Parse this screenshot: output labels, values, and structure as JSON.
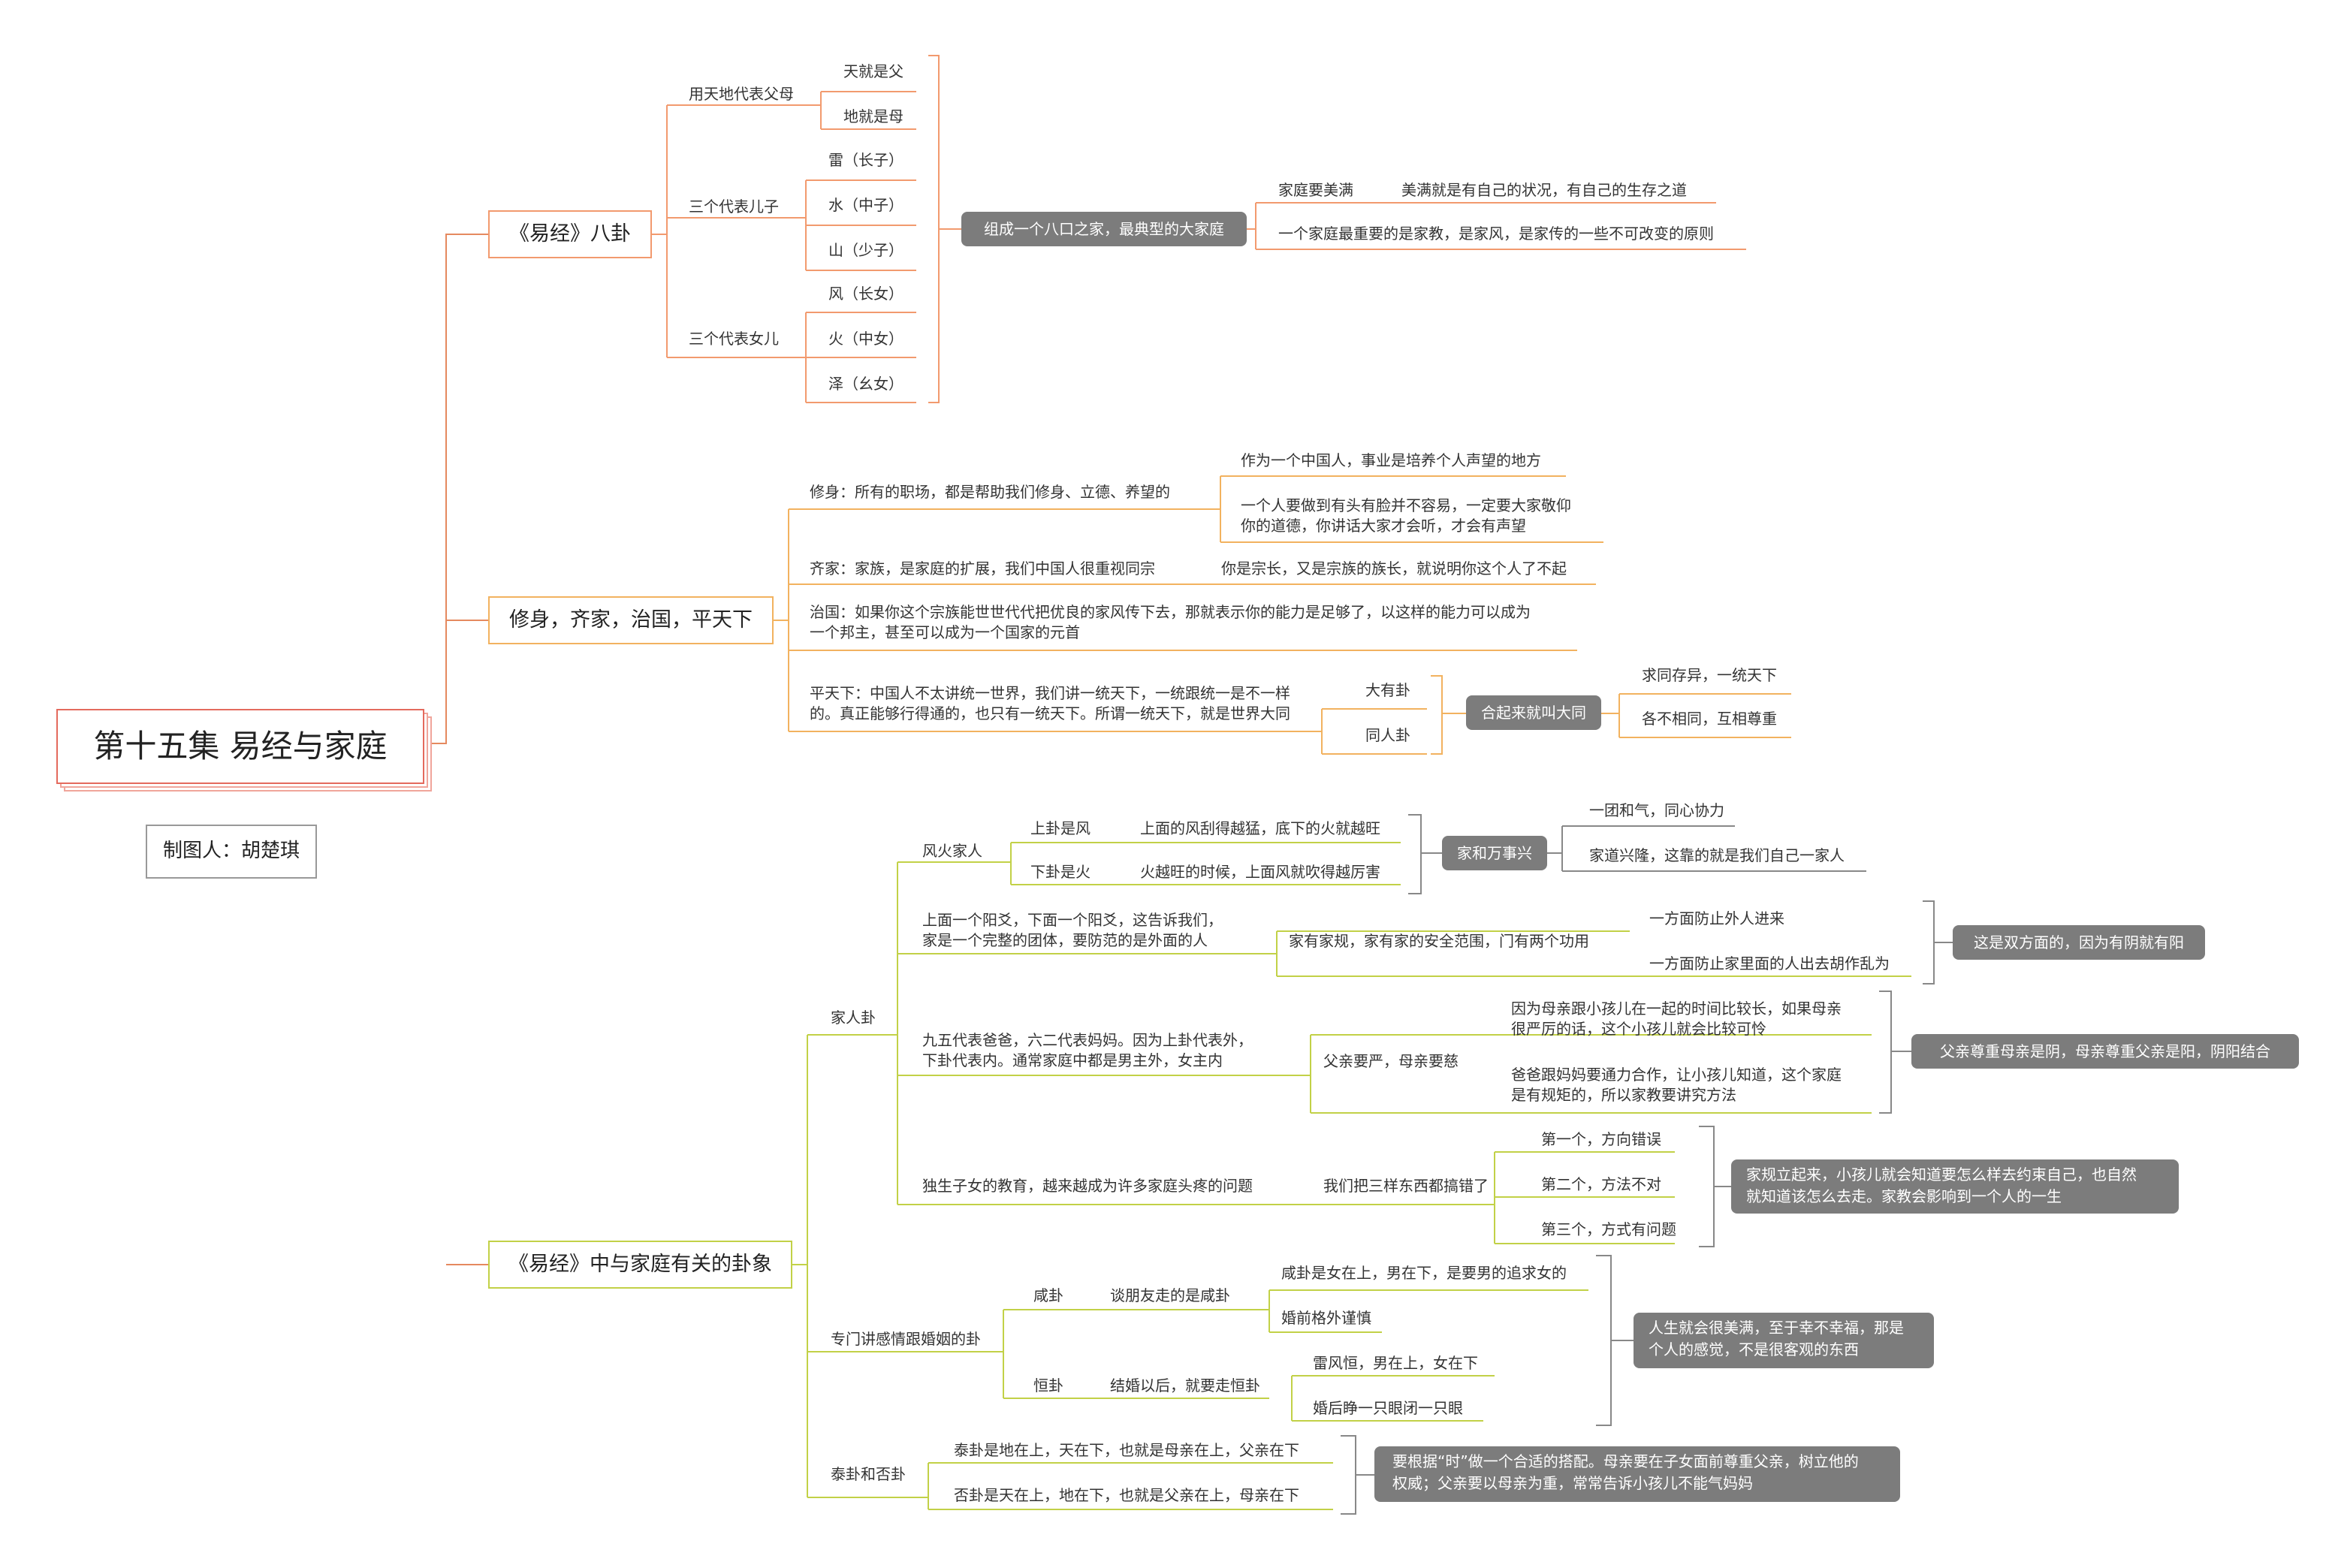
{
  "root": {
    "title": "第十五集  易经与家庭",
    "maker": "制图人：胡楚琪"
  },
  "branches": [
    {
      "label": "《易经》八卦",
      "n0": "用天地代表父母",
      "n1": "天就是父",
      "n2": "地就是母",
      "n3": "三个代表儿子",
      "n4": "雷（长子）",
      "n5": "水（中子）",
      "n6": "山（少子）",
      "n7": "三个代表女儿",
      "n8": "风（长女）",
      "n9": "火（中女）",
      "n10": "泽（幺女）",
      "s0": "组成一个八口之家，最典型的大家庭",
      "n11": "家庭要美满",
      "n12": "美满就是有自己的状况，有自己的生存之道",
      "n13": "一个家庭最重要的是家教，是家风，是家传的一些不可改变的原则"
    },
    {
      "label": "修身，齐家，治国，平天下",
      "n0": "修身：所有的职场，都是帮助我们修身、立德、养望的",
      "n1": "作为一个中国人，事业是培养个人声望的地方",
      "n2": "一个人要做到有头有脸并不容易，一定要大家敬仰\n你的道德，你讲话大家才会听，才会有声望",
      "n3": "齐家：家族，是家庭的扩展，我们中国人很重视同宗",
      "n4": "你是宗长，又是宗族的族长，就说明你这个人了不起",
      "n5": "治国：如果你这个宗族能世世代代把优良的家风传下去，那就表示你的能力是足够了，以这样的能力可以成为\n一个邦主，甚至可以成为一个国家的元首",
      "n6": "平天下：中国人不太讲统一世界，我们讲一统天下，一统跟统一是不一样\n的。真正能够行得通的，也只有一统天下。所谓一统天下，就是世界大同",
      "n7": "大有卦",
      "n8": "同人卦",
      "s0": "合起来就叫大同",
      "n9": "求同存异，一统天下",
      "n10": "各不相同，互相尊重"
    },
    {
      "label": "《易经》中与家庭有关的卦象",
      "n0": "家人卦",
      "n1": "风火家人",
      "n2": "上卦是风",
      "n3": "上面的风刮得越猛，底下的火就越旺",
      "n4": "下卦是火",
      "n5": "火越旺的时候，上面风就吹得越厉害",
      "s0": "家和万事兴",
      "n6": "一团和气，同心协力",
      "n7": "家道兴隆，这靠的就是我们自己一家人",
      "n8": "上面一个阳爻，下面一个阳爻，这告诉我们，\n家是一个完整的团体，要防范的是外面的人",
      "n9": "家有家规，家有家的安全范围，门有两个功用",
      "n10": "一方面防止外人进来",
      "n11": "一方面防止家里面的人出去胡作乱为",
      "s1": "这是双方面的，因为有阴就有阳",
      "n12": "九五代表爸爸，六二代表妈妈。因为上卦代表外，\n下卦代表内。通常家庭中都是男主外，女主内",
      "n13": "父亲要严，母亲要慈",
      "n14": "因为母亲跟小孩儿在一起的时间比较长，如果母亲\n很严厉的话，这个小孩儿就会比较可怜",
      "n15": "爸爸跟妈妈要通力合作，让小孩儿知道，这个家庭\n是有规矩的，所以家教要讲究方法",
      "s2": "父亲尊重母亲是阴，母亲尊重父亲是阳，阴阳结合",
      "n16": "独生子女的教育，越来越成为许多家庭头疼的问题",
      "n17": "我们把三样东西都搞错了",
      "n18": "第一个，方向错误",
      "n19": "第二个，方法不对",
      "n20": "第三个，方式有问题",
      "s3": "家规立起来，小孩儿就会知道要怎么样去约束自己，也自然\n就知道该怎么去走。家教会影响到一个人的一生",
      "n21": "专门讲感情跟婚姻的卦",
      "n22": "咸卦",
      "n23": "谈朋友走的是咸卦",
      "n24": "咸卦是女在上，男在下，是要男的追求女的",
      "n25": "婚前格外谨慎",
      "n26": "恒卦",
      "n27": "结婚以后，就要走恒卦",
      "n28": "雷风恒，男在上，女在下",
      "n29": "婚后睁一只眼闭一只眼",
      "s4": "人生就会很美满，至于幸不幸福，那是\n个人的感觉，不是很客观的东西",
      "n30": "泰卦和否卦",
      "n31": "泰卦是地在上，天在下，也就是母亲在上，父亲在下",
      "n32": "否卦是天在上，地在下，也就是父亲在上，母亲在下",
      "s5": "要根据“时”做一个合适的搭配。母亲要在子女面前尊重父亲，树立他的\n权威；父亲要以母亲为重，常常告诉小孩儿不能气妈妈"
    }
  ],
  "colors": {
    "root_border": "#e46a5d",
    "bagua_branch": "#f29a6e",
    "xiushen_branch": "#f2b25f",
    "hexagram_branch": "#c2d147",
    "summary_fill": "#7c7c7c"
  }
}
